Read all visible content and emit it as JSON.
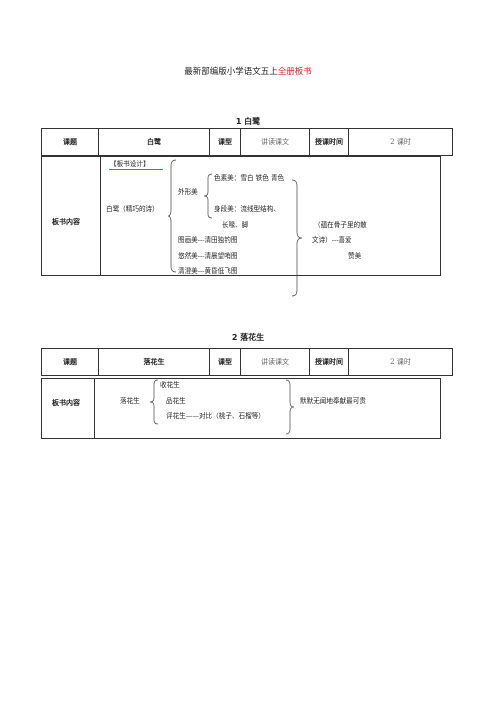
{
  "document": {
    "title_main": "最新部编版小学语文五上",
    "title_highlight": "全册板书"
  },
  "lessons": [
    {
      "heading": "1 白鹭",
      "header": {
        "topic_label": "课题",
        "topic_value": "白鹭",
        "type_label": "课型",
        "type_value": "讲读课文",
        "time_label": "授课时间",
        "hours_value": "2 课时"
      },
      "board_label": "板书内容",
      "board": {
        "banner": "【板书设计】",
        "root": "白鹭（精巧的诗）",
        "appearance": "外形美",
        "color_beauty": "色素美：雪白  铁色  青色",
        "body_beauty": "身段美：流线型结构、",
        "body_cont": "长喙、脚",
        "scene1": "图画美---清田独钓图",
        "scene2": "悠然美---清晨望哨图",
        "scene3": "清澄美---黄昏低飞图",
        "right1": "（蕴在骨子里的散",
        "right2": "文诗）---喜爱",
        "right3": "赞美"
      }
    },
    {
      "heading": "2 落花生",
      "header": {
        "topic_label": "课题",
        "topic_value": "落花生",
        "type_label": "课型",
        "type_value": "讲读课文",
        "time_label": "授课时间",
        "hours_value": "2 课时"
      },
      "board_label": "板书内容",
      "board": {
        "root": "落花生",
        "item1": "收花生",
        "item2": "品花生",
        "item3": "评花生——对比（桃子、石榴等）",
        "conclusion": "默默无闻地奉献最可贵"
      }
    }
  ]
}
